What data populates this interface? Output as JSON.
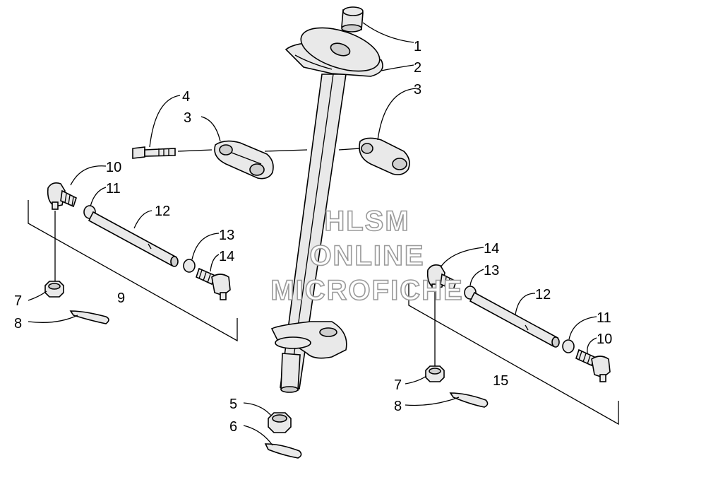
{
  "watermark": {
    "line1": "HLSM",
    "line2": "ONLINE",
    "line3": "MICROFICHE"
  },
  "callouts": {
    "c1": "1",
    "c2": "2",
    "c3a": "3",
    "c3b": "3",
    "c4": "4",
    "c5": "5",
    "c6": "6",
    "c7a": "7",
    "c7b": "7",
    "c8a": "8",
    "c8b": "8",
    "c9": "9",
    "c10a": "10",
    "c10b": "10",
    "c11a": "11",
    "c11b": "11",
    "c12a": "12",
    "c12b": "12",
    "c13a": "13",
    "c13b": "13",
    "c14a": "14",
    "c14b": "14",
    "c15": "15"
  }
}
